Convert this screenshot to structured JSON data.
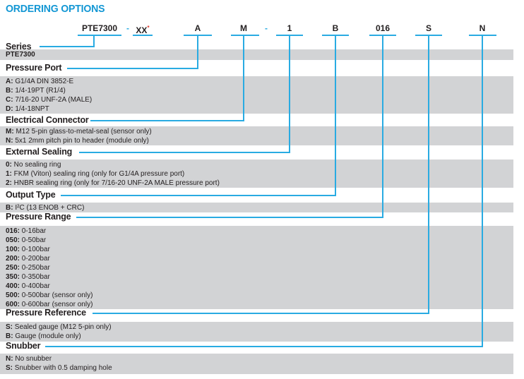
{
  "title": "ORDERING OPTIONS",
  "colors": {
    "accent_line": "#29abe2",
    "title_text": "#1397d4",
    "band_gray": "#d2d3d5",
    "asterisk_red": "#e0392e",
    "text_black": "#231f20"
  },
  "part_number": {
    "segments": [
      {
        "text": "PTE7300",
        "kind": "code"
      },
      {
        "text": "-",
        "kind": "dash"
      },
      {
        "text": "XX",
        "kind": "code",
        "sup": "*"
      },
      {
        "text": "A",
        "kind": "code"
      },
      {
        "text": "M",
        "kind": "code"
      },
      {
        "text": "-",
        "kind": "dash"
      },
      {
        "text": "1",
        "kind": "code"
      },
      {
        "text": "B",
        "kind": "code"
      },
      {
        "text": "016",
        "kind": "code"
      },
      {
        "text": "S",
        "kind": "code"
      },
      {
        "text": "N",
        "kind": "code"
      }
    ]
  },
  "sections": [
    {
      "label": "Series",
      "options": [
        {
          "code": "PTE7300",
          "desc": ""
        }
      ]
    },
    {
      "label": "Pressure Port",
      "options": [
        {
          "code": "A:",
          "desc": "G1/4A DIN 3852-E"
        },
        {
          "code": "B:",
          "desc": "1/4-19PT (R1/4)"
        },
        {
          "code": "C:",
          "desc": "7/16-20 UNF-2A (MALE)"
        },
        {
          "code": "D:",
          "desc": "1/4-18NPT"
        }
      ]
    },
    {
      "label": "Electrical Connector",
      "options": [
        {
          "code": "M:",
          "desc": "M12 5-pin glass-to-metal-seal (sensor only)"
        },
        {
          "code": "N:",
          "desc": "5x1 2mm pitch pin to header (module only)"
        }
      ]
    },
    {
      "label": "External Sealing",
      "options": [
        {
          "code": "0:",
          "desc": "No sealing ring"
        },
        {
          "code": "1:",
          "desc": "FKM (Viton) sealing ring (only for G1/4A pressure port)"
        },
        {
          "code": "2:",
          "desc": "HNBR sealing ring (only for 7/16-20 UNF-2A MALE pressure port)"
        }
      ]
    },
    {
      "label": "Output Type",
      "options": [
        {
          "code": "B:",
          "desc": "I²C (13 ENOB + CRC)"
        }
      ]
    },
    {
      "label": "Pressure Range",
      "options": [
        {
          "code": "016:",
          "desc": "0-16bar"
        },
        {
          "code": "050:",
          "desc": "0-50bar"
        },
        {
          "code": "100:",
          "desc": "0-100bar"
        },
        {
          "code": "200:",
          "desc": "0-200bar"
        },
        {
          "code": "250:",
          "desc": "0-250bar"
        },
        {
          "code": "350:",
          "desc": "0-350bar"
        },
        {
          "code": "400:",
          "desc": "0-400bar"
        },
        {
          "code": "500:",
          "desc": "0-500bar (sensor only)"
        },
        {
          "code": "600:",
          "desc": "0-600bar (sensor only)"
        }
      ]
    },
    {
      "label": "Pressure Reference",
      "options": [
        {
          "code": "S:",
          "desc": "Sealed gauge (M12 5-pin only)"
        },
        {
          "code": "B:",
          "desc": "Gauge (module only)"
        }
      ]
    },
    {
      "label": "Snubber",
      "options": [
        {
          "code": "N:",
          "desc": "No snubber"
        },
        {
          "code": "S:",
          "desc": "Snubber with 0.5 damping hole"
        }
      ]
    }
  ]
}
